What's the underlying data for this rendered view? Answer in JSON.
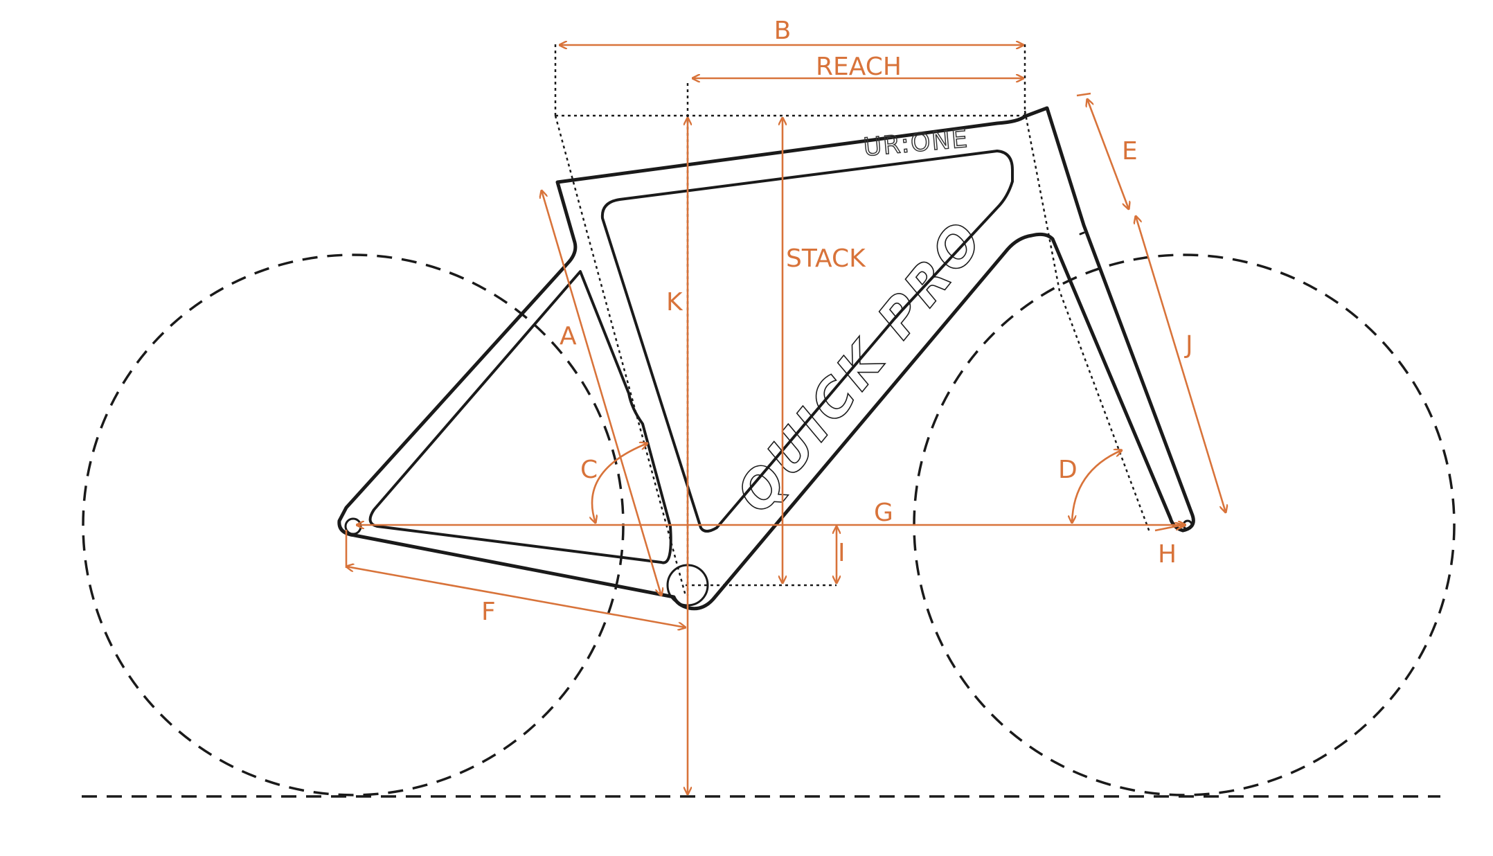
{
  "colors": {
    "accent": "#d8733a",
    "line": "#1a1a1a"
  },
  "labels": {
    "a": "A",
    "b": "B",
    "c": "C",
    "d": "D",
    "e": "E",
    "f": "F",
    "g": "G",
    "h": "H",
    "i": "I",
    "j": "J",
    "k": "K",
    "reach": "REACH",
    "stack": "STACK"
  },
  "frame": {
    "brand": "QUICK PRO",
    "model": "UR:ONE"
  }
}
